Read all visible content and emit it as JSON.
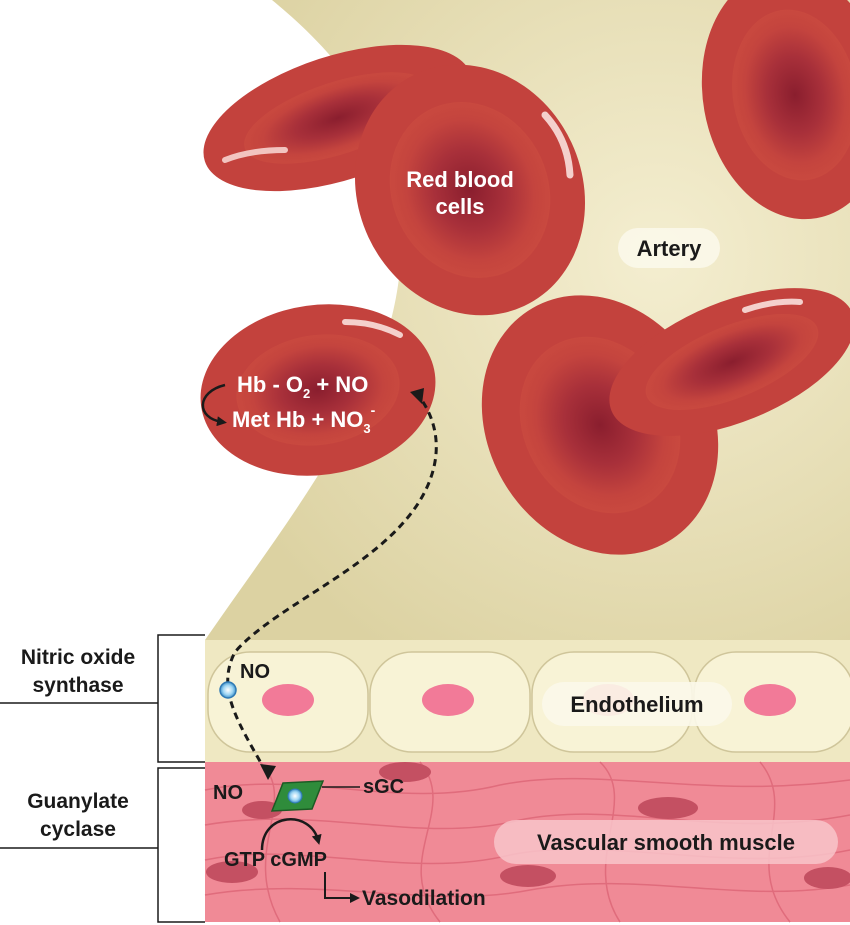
{
  "labels": {
    "red_blood_cells_line1": "Red blood",
    "red_blood_cells_line2": "cells",
    "artery": "Artery",
    "reaction_top_a": "Hb - O",
    "reaction_top_sub": "2",
    "reaction_top_b": " + NO",
    "reaction_bottom_a": "Met Hb + NO",
    "reaction_bottom_sub": "3",
    "reaction_bottom_sup": "-",
    "nitric_oxide_line1": "Nitric oxide",
    "nitric_oxide_line2": "synthase",
    "guanylate_line1": "Guanylate",
    "guanylate_line2": "cyclase",
    "no_endothelium": "NO",
    "no_muscle": "NO",
    "endothelium": "Endothelium",
    "sgc": "sGC",
    "vascular_smooth_muscle": "Vascular smooth muscle",
    "gtp_cgmp": "GTP cGMP",
    "vasodilation": "Vasodilation"
  },
  "colors": {
    "artery_lumen": "#e4dcb4",
    "cell_red": "#c0403c",
    "cell_dark": "#8e2230",
    "endothelium": "#f6f0cc",
    "nucleus_pink": "#f07a96",
    "muscle_pink": "#f0808e",
    "muscle_dark": "#c05060",
    "sgc_green": "#2e8c3a"
  }
}
